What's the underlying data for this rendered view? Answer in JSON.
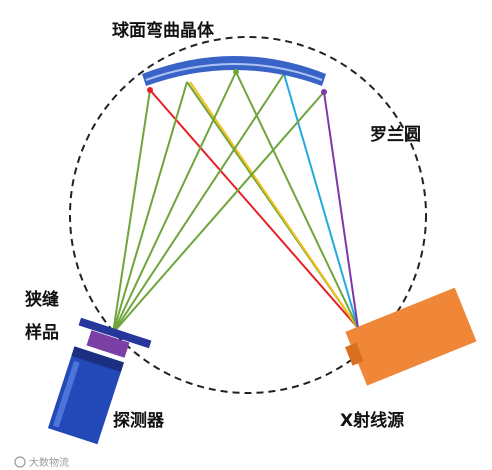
{
  "labels": {
    "crystal": "球面弯曲晶体",
    "rowland_circle": "罗兰圆",
    "slit": "狭缝",
    "sample": "样品",
    "detector": "探测器",
    "xray_source": "X射线源"
  },
  "watermark": "大数物流",
  "colors": {
    "crystal": "#3a63c8",
    "circle": "#222222",
    "detector": "#2349b8",
    "detector_dark": "#1b2f80",
    "slit": "#26379c",
    "sample": "#7b3fa6",
    "source": "#ef8638",
    "source_dark": "#d9701f",
    "rays": [
      "#6fa53b",
      "#e81e25",
      "#f5bf1a",
      "#23a9df",
      "#7c3aa8"
    ]
  },
  "icons": {
    "watermark_logo": "weibo-logo-icon"
  }
}
